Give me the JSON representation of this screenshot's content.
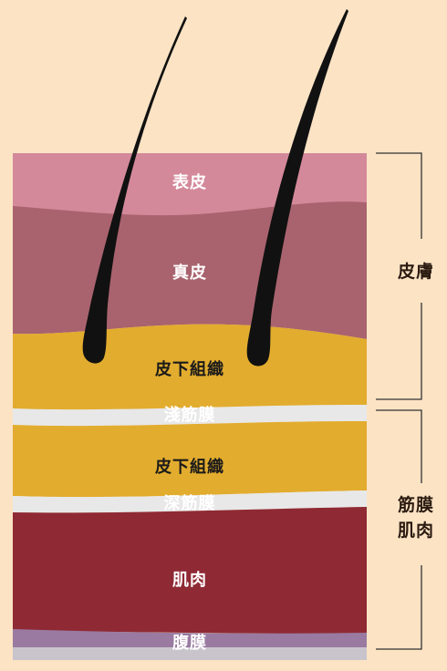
{
  "layers": [
    {
      "label": "表皮",
      "color": "#d4899a"
    },
    {
      "label": "真皮",
      "color": "#a9636e"
    },
    {
      "label": "皮下組織",
      "color": "#e2ac2e"
    },
    {
      "label": "淺筋膜",
      "color": "#e6e6e6"
    },
    {
      "label": "皮下組織",
      "color": "#e2ac2e"
    },
    {
      "label": "深筋膜",
      "color": "#e6e6e6"
    },
    {
      "label": "肌肉",
      "color": "#8f2a34"
    },
    {
      "label": "腹膜",
      "color": "#9a7aa0"
    }
  ],
  "groups": {
    "skin": "皮膚",
    "fascia_muscle_line1": "筋膜",
    "fascia_muscle_line2": "肌肉"
  },
  "colors": {
    "background": "#fbe3c4",
    "hair": "#111111",
    "bracket": "#333333"
  }
}
